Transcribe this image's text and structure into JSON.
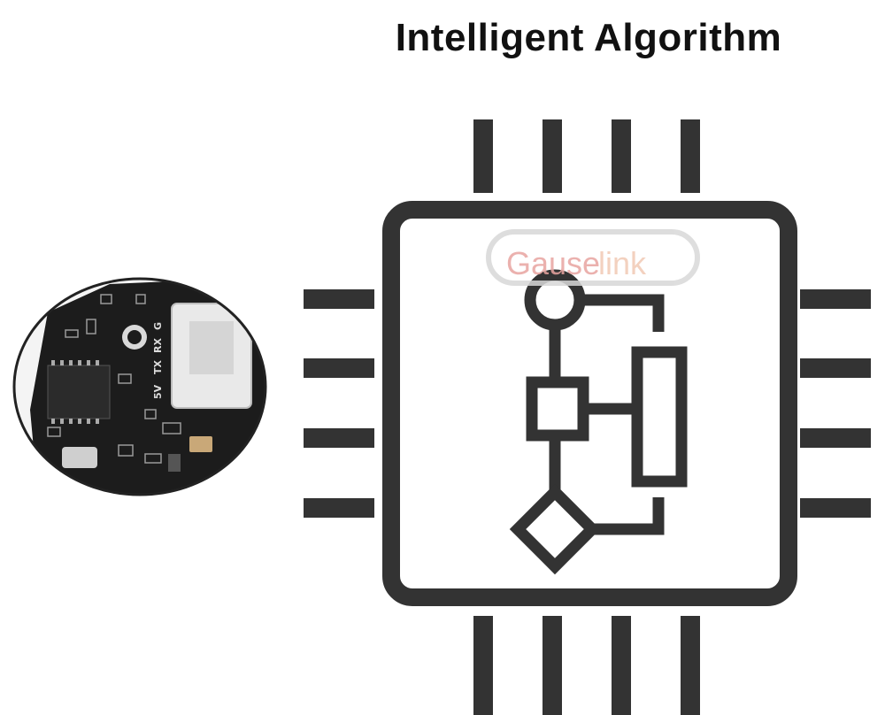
{
  "headline": "Intelligent Algorithm",
  "watermark": {
    "text_a": "Gause",
    "text_b": "link",
    "color_a": "#e8a4a0",
    "color_b": "#f1c9b4"
  },
  "board_silkscreen": {
    "pin_5v": "5V",
    "pin_tx": "TX",
    "pin_rx": "RX",
    "pin_g": "G"
  },
  "icons": {
    "chip": "microchip-icon",
    "flowchart": "flowchart-icon",
    "board": "circuit-board-photo"
  },
  "colors": {
    "icon_stroke": "#333333",
    "board_pcb": "#1c1c1c",
    "connector": "#e9e9e9"
  }
}
